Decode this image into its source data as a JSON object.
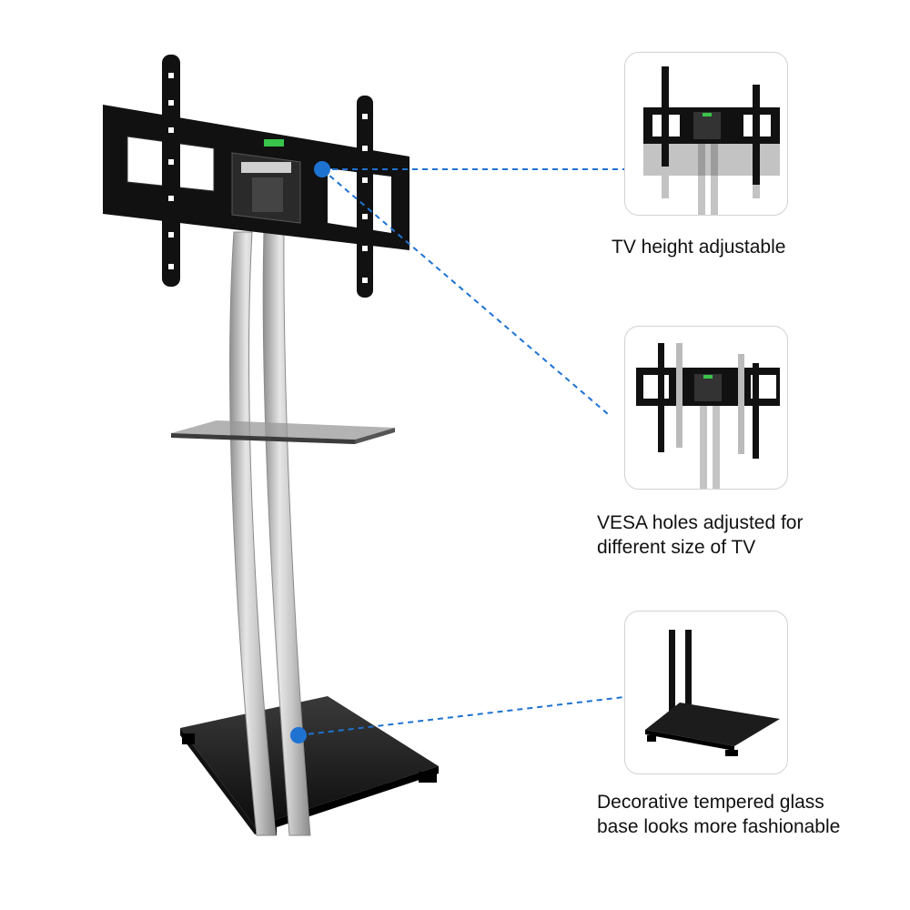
{
  "features": [
    {
      "id": "height",
      "caption_lines": [
        "TV height adjustable"
      ]
    },
    {
      "id": "vesa",
      "caption_lines": [
        "VESA holes adjusted for",
        "different size of TV"
      ]
    },
    {
      "id": "base",
      "caption_lines": [
        "Decorative tempered glass",
        "base looks more fashionable"
      ]
    }
  ],
  "colors": {
    "callout": "#1e73d2",
    "bracket": "#111111",
    "pole": "#b9b9b9",
    "glass": "#1a1a1a",
    "level": "#39c44a"
  }
}
